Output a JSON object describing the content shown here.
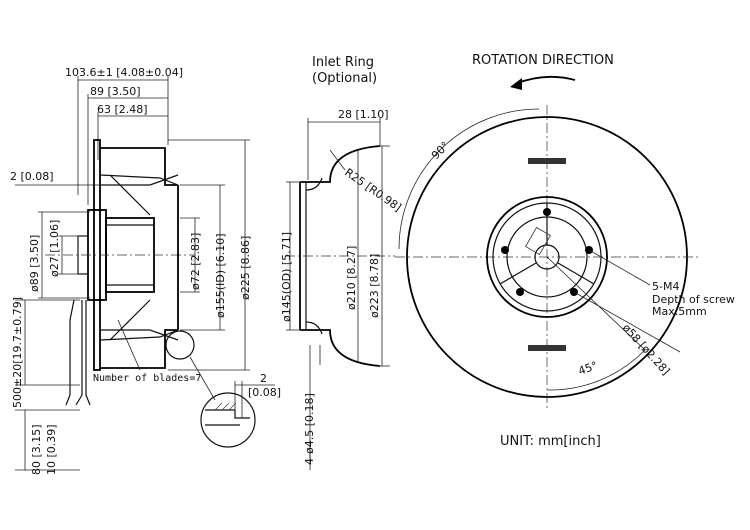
{
  "side_view": {
    "dims": {
      "overall_depth": "103.6±1 [4.08±0.04]",
      "depth_89": "89 [3.50]",
      "depth_63": "63 [2.48]",
      "flange": "2 [0.08]",
      "hub_89": "ø89 [3.50]",
      "hub_27": "ø27 [1.06]",
      "motor_72": "ø72 [2.83]",
      "inlet_id": "ø155(ID) [6.10]",
      "outer_225": "ø225 [8.86]",
      "cable_len": "500±20[19.7±0.79]",
      "strip_80": "80 [3.15]",
      "strip_10": "10 [0.39]"
    },
    "blades_note": "Number of blades=7",
    "detail_dim_value": "2",
    "detail_dim_inch": "[0.08]"
  },
  "inlet_ring": {
    "title_line1": "Inlet Ring",
    "title_line2": "(Optional)",
    "dims": {
      "depth_28": "28 [1.10]",
      "radius": "R25 [R0.98]",
      "od_145": "ø145(OD) [5.71]",
      "d_210": "ø210 [8.27]",
      "d_223": "ø223 [8.78]",
      "holes": "4-ø4.5 [0.18]"
    }
  },
  "front_view": {
    "rotation_label": "ROTATION DIRECTION",
    "angle_90": "90°",
    "angle_45": "45°",
    "screw_spec": "5-M4",
    "screw_depth_1": "Depth of screw",
    "screw_depth_2": "Max.5mm",
    "bolt_circle": "ø58 [ø2.28]"
  },
  "unit_label": "UNIT: mm[inch]"
}
